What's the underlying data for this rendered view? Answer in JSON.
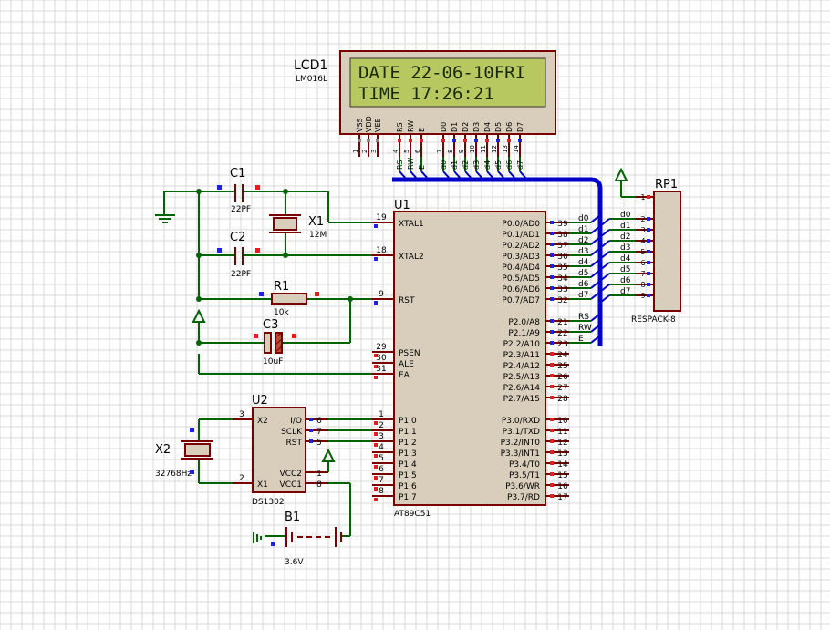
{
  "colors": {
    "grid": "#d8d8d8",
    "body_fill": "#d9cebc",
    "outline": "#7a0000",
    "wire": "#006400",
    "bus": "#0000c8",
    "lcd_screen": "#b8c860",
    "lcd_text": "#1a2a00",
    "pin_red": "#e02020",
    "pin_blue": "#2020e0"
  },
  "lcd": {
    "ref": "LCD1",
    "part": "LM016L",
    "line1": "DATE 22-06-10FRI",
    "line2": "TIME 17:26:21",
    "top_pins": [
      "VSS",
      "VDD",
      "VEE",
      "RS",
      "RW",
      "E",
      "D0",
      "D1",
      "D2",
      "D3",
      "D4",
      "D5",
      "D6",
      "D7"
    ],
    "pin_numbers": [
      "1",
      "2",
      "3",
      "4",
      "5",
      "6",
      "7",
      "8",
      "9",
      "10",
      "11",
      "12",
      "13",
      "14"
    ],
    "net_labels": [
      "RS",
      "RW",
      "E",
      "d0",
      "d1",
      "d2",
      "d3",
      "d4",
      "d5",
      "d6",
      "d7"
    ]
  },
  "u1": {
    "ref": "U1",
    "part": "AT89C51",
    "left_pins": [
      {
        "num": "19",
        "name": "XTAL1"
      },
      {
        "num": "18",
        "name": "XTAL2"
      },
      {
        "num": "9",
        "name": "RST"
      },
      {
        "num": "29",
        "name": "PSEN"
      },
      {
        "num": "30",
        "name": "ALE"
      },
      {
        "num": "31",
        "name": "EA"
      },
      {
        "num": "1",
        "name": "P1.0"
      },
      {
        "num": "2",
        "name": "P1.1"
      },
      {
        "num": "3",
        "name": "P1.2"
      },
      {
        "num": "4",
        "name": "P1.3"
      },
      {
        "num": "5",
        "name": "P1.4"
      },
      {
        "num": "6",
        "name": "P1.5"
      },
      {
        "num": "7",
        "name": "P1.6"
      },
      {
        "num": "8",
        "name": "P1.7"
      }
    ],
    "right_pins": [
      {
        "num": "39",
        "name": "P0.0/AD0"
      },
      {
        "num": "38",
        "name": "P0.1/AD1"
      },
      {
        "num": "37",
        "name": "P0.2/AD2"
      },
      {
        "num": "36",
        "name": "P0.3/AD3"
      },
      {
        "num": "35",
        "name": "P0.4/AD4"
      },
      {
        "num": "34",
        "name": "P0.5/AD5"
      },
      {
        "num": "33",
        "name": "P0.6/AD6"
      },
      {
        "num": "32",
        "name": "P0.7/AD7"
      },
      {
        "num": "21",
        "name": "P2.0/A8"
      },
      {
        "num": "22",
        "name": "P2.1/A9"
      },
      {
        "num": "23",
        "name": "P2.2/A10"
      },
      {
        "num": "24",
        "name": "P2.3/A11"
      },
      {
        "num": "25",
        "name": "P2.4/A12"
      },
      {
        "num": "26",
        "name": "P2.5/A13"
      },
      {
        "num": "27",
        "name": "P2.6/A14"
      },
      {
        "num": "28",
        "name": "P2.7/A15"
      },
      {
        "num": "10",
        "name": "P3.0/RXD"
      },
      {
        "num": "11",
        "name": "P3.1/TXD"
      },
      {
        "num": "12",
        "name": "P3.2/INT0"
      },
      {
        "num": "13",
        "name": "P3.3/INT1"
      },
      {
        "num": "14",
        "name": "P3.4/T0"
      },
      {
        "num": "15",
        "name": "P3.5/T1"
      },
      {
        "num": "16",
        "name": "P3.6/WR"
      },
      {
        "num": "17",
        "name": "P3.7/RD"
      }
    ],
    "p0_nets": [
      "d0",
      "d1",
      "d2",
      "d3",
      "d4",
      "d5",
      "d6",
      "d7"
    ],
    "p2_nets": [
      "RS",
      "RW",
      "E"
    ]
  },
  "rp1": {
    "ref": "RP1",
    "part": "RESPACK-8",
    "pin_numbers": [
      "1",
      "2",
      "3",
      "4",
      "5",
      "6",
      "7",
      "8",
      "9"
    ],
    "nets": [
      "d0",
      "d1",
      "d2",
      "d3",
      "d4",
      "d5",
      "d6",
      "d7"
    ]
  },
  "u2": {
    "ref": "U2",
    "part": "DS1302",
    "left_pins": [
      {
        "num": "3",
        "name": "X2"
      },
      {
        "num": "2",
        "name": "X1"
      }
    ],
    "right_pins": [
      {
        "num": "6",
        "name": "I/O"
      },
      {
        "num": "7",
        "name": "SCLK"
      },
      {
        "num": "5",
        "name": "RST"
      },
      {
        "num": "1",
        "name": "VCC2"
      },
      {
        "num": "8",
        "name": "VCC1"
      }
    ]
  },
  "components": {
    "c1": {
      "ref": "C1",
      "value": "22PF"
    },
    "c2": {
      "ref": "C2",
      "value": "22PF"
    },
    "c3": {
      "ref": "C3",
      "value": "10uF"
    },
    "r1": {
      "ref": "R1",
      "value": "10k"
    },
    "x1": {
      "ref": "X1",
      "value": "12M"
    },
    "x2": {
      "ref": "X2",
      "value": "32768Hz"
    },
    "b1": {
      "ref": "B1",
      "value": "3.6V"
    }
  }
}
